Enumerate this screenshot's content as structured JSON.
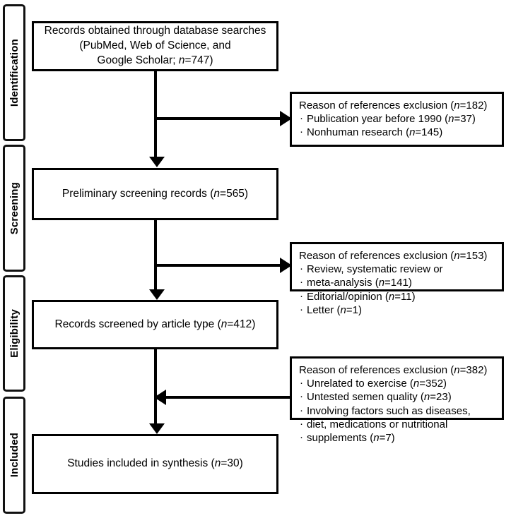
{
  "figure": {
    "type": "prisma-flow-diagram",
    "colors": {
      "stroke": "#000000",
      "background": "#ffffff",
      "text": "#000000"
    }
  },
  "stages": [
    {
      "id": "identification",
      "label": "Identification"
    },
    {
      "id": "screening",
      "label": "Screening"
    },
    {
      "id": "eligibility",
      "label": "Eligibility"
    },
    {
      "id": "included",
      "label": "Included"
    }
  ],
  "flow": {
    "box1": {
      "line1": "Records obtained through database searches",
      "line2": "(PubMed, Web of Science, and",
      "line3_pre": "Google Scholar; ",
      "line3_n": "n",
      "line3_post": "=747)"
    },
    "box2": {
      "text_pre": "Preliminary screening records (",
      "text_n": "n",
      "text_post": "=565)"
    },
    "box3": {
      "text_pre": "Records screened by article type (",
      "text_n": "n",
      "text_post": "=412)"
    },
    "box4": {
      "text_pre": "Studies included in synthesis (",
      "text_n": "n",
      "text_post": "=30)"
    }
  },
  "exclusions": [
    {
      "id": "exclusion-1",
      "title_pre": "Reason of references exclusion (",
      "title_n": "n",
      "title_post": "=182)",
      "arrow_direction": "right",
      "items": [
        {
          "text_pre": "Publication year before 1990 (",
          "n": "n",
          "text_post": "=37)"
        },
        {
          "text_pre": "Nonhuman research (",
          "n": "n",
          "text_post": "=145)"
        }
      ]
    },
    {
      "id": "exclusion-2",
      "title_pre": "Reason of references exclusion (",
      "title_n": "n",
      "title_post": "=153)",
      "arrow_direction": "right",
      "items": [
        {
          "text_pre": "Review, systematic review or",
          "n": "",
          "text_post": ""
        },
        {
          "text_pre": "meta-analysis (",
          "n": "n",
          "text_post": "=141)",
          "continuation": true
        },
        {
          "text_pre": "Editorial/opinion (",
          "n": "n",
          "text_post": "=11)"
        },
        {
          "text_pre": "Letter (",
          "n": "n",
          "text_post": "=1)"
        }
      ]
    },
    {
      "id": "exclusion-3",
      "title_pre": "Reason of references exclusion (",
      "title_n": "n",
      "title_post": "=382)",
      "arrow_direction": "left",
      "items": [
        {
          "text_pre": "Unrelated to exercise (",
          "n": "n",
          "text_post": "=352)"
        },
        {
          "text_pre": "Untested semen quality (",
          "n": "n",
          "text_post": "=23)"
        },
        {
          "text_pre": "Involving factors such as diseases,",
          "n": "",
          "text_post": ""
        },
        {
          "text_pre": "diet, medications or nutritional",
          "n": "",
          "text_post": "",
          "continuation": true
        },
        {
          "text_pre": "supplements (",
          "n": "n",
          "text_post": "=7)",
          "continuation": true
        }
      ]
    }
  ],
  "counts": {
    "records_identified": 747,
    "preliminary_screening": 565,
    "screened_by_article_type": 412,
    "included_in_synthesis": 30,
    "excluded_stage1_total": 182,
    "excluded_stage2_total": 153,
    "excluded_stage3_total": 382
  }
}
